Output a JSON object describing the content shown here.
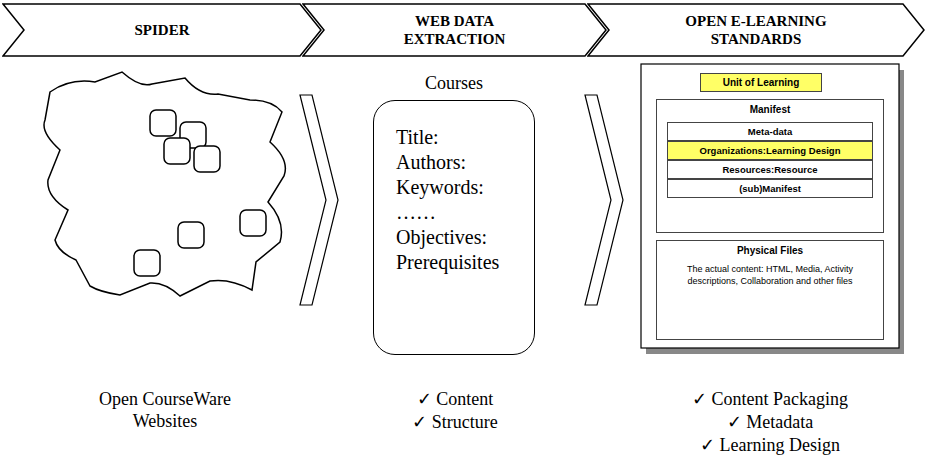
{
  "diagram": {
    "nodes": [
      {
        "text": [
          "SPIDER"
        ]
      },
      {
        "text": [
          "WEB DATA EXTRACTION"
        ]
      },
      {
        "text": [
          "OPEN E-LEARNING STANDARDS"
        ]
      },
      {
        "text": [
          "Courses",
          "Title:",
          "Authors:",
          "Keywords:",
          "……",
          "Objectives:",
          "Prerequisites"
        ]
      },
      {
        "text": [
          "Unit of Learning"
        ]
      },
      {
        "text": [
          "Manifest"
        ]
      },
      {
        "text": [
          "Meta-data"
        ],
        "in": 5
      },
      {
        "text": [
          "Organizations:Learning Design"
        ],
        "in": 5
      },
      {
        "text": [
          "Resources:Resource"
        ],
        "in": 5
      },
      {
        "text": [
          "(sub)Manifest"
        ],
        "in": 5
      },
      {
        "text": [
          "Physical Files",
          "The actual content: HTML, Media, Activity descriptions, Collaboration and other files"
        ]
      }
    ],
    "labels": [
      "Open CourseWare Websites",
      "✓ Content",
      "✓ Structure",
      "✓ Content Packaging",
      "✓ Metadata",
      "✓ Learning Design"
    ]
  }
}
